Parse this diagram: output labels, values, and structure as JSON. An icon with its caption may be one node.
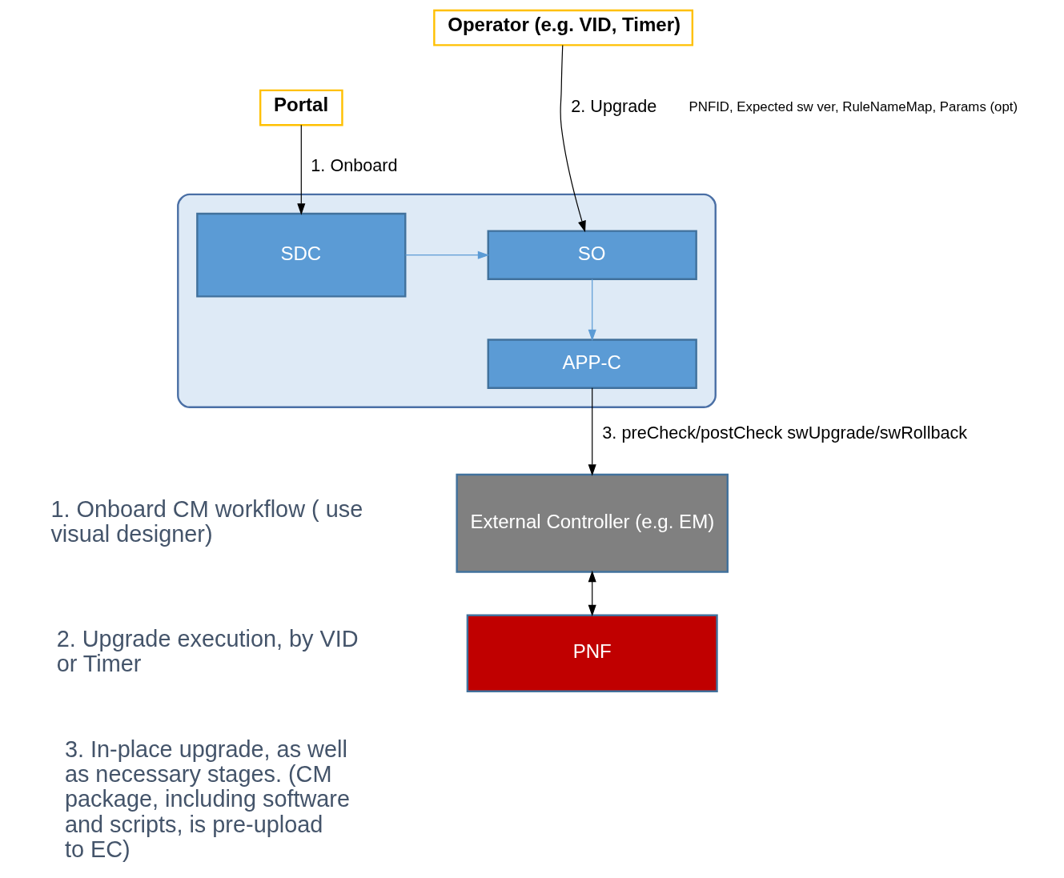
{
  "diagram": {
    "nodes": [
      {
        "text": [
          "Portal"
        ]
      },
      {
        "text": [
          "Operator (e.g. VID, Timer)"
        ]
      },
      {
        "text": [],
        "shape": "box"
      },
      {
        "text": [
          "SDC"
        ],
        "in": 2
      },
      {
        "text": [
          "SO"
        ],
        "in": 2
      },
      {
        "text": [
          "APP-C"
        ],
        "in": 2
      },
      {
        "text": [
          "External Controller (e.g. EM)"
        ]
      },
      {
        "text": [
          "PNF"
        ]
      }
    ],
    "edges": [
      {
        "from": 0,
        "to": 3,
        "arrow": "to",
        "label": "1. Onboard"
      },
      {
        "from": 1,
        "to": 4,
        "arrow": "to",
        "label": "2. Upgrade"
      },
      {
        "from": 3,
        "to": 4,
        "arrow": "to",
        "color": "#5b9bd5"
      },
      {
        "from": 4,
        "to": 5,
        "arrow": "to",
        "color": "#5b9bd5"
      },
      {
        "from": 5,
        "to": 6,
        "arrow": "to",
        "label": "3. preCheck/postCheck swUpgrade/swRollback"
      },
      {
        "from": 6,
        "to": 7,
        "arrow": "both"
      }
    ],
    "labels": [
      "PNFID, Expected sw ver, RuleNameMap, Params (opt)",
      "1. Onboard CM workflow ( use visual designer)",
      "2. Upgrade execution, by VID or Timer",
      "3. In-place upgrade, as well as necessary stages. (CM package, including software and scripts, is pre-upload to EC)"
    ]
  }
}
